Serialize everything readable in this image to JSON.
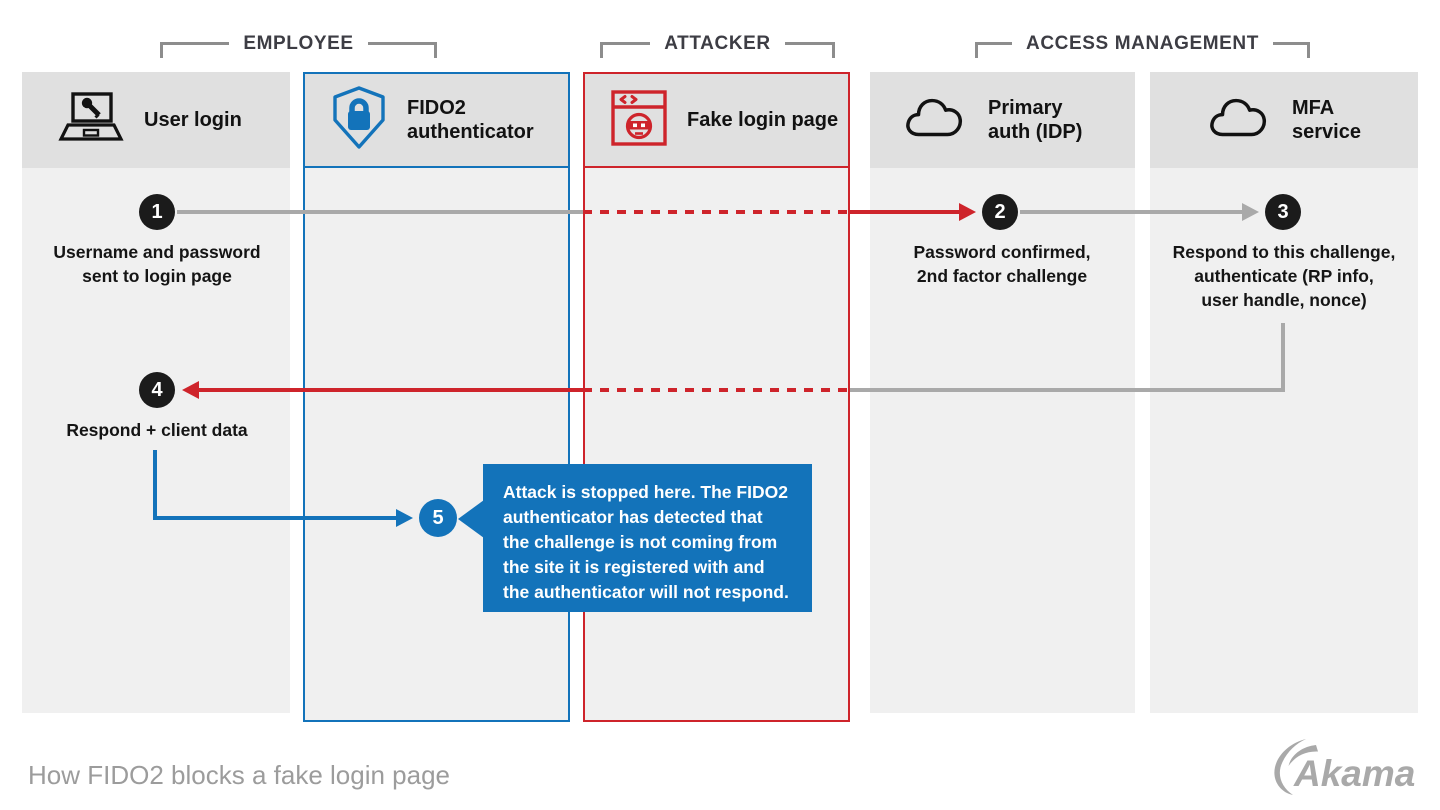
{
  "groups": {
    "employee": "EMPLOYEE",
    "attacker": "ATTACKER",
    "access_management": "ACCESS MANAGEMENT"
  },
  "columns": {
    "user_login": {
      "label": "User login",
      "icon": "laptop-key-icon"
    },
    "fido2": {
      "label": "FIDO2\nauthenticator",
      "icon": "shield-lock-icon",
      "accent": "#1373ba"
    },
    "fake_login": {
      "label": "Fake login page",
      "icon": "fake-page-bandit-icon",
      "accent": "#ce242b"
    },
    "primary_auth": {
      "label": "Primary\nauth (IDP)",
      "icon": "cloud-icon"
    },
    "mfa_service": {
      "label": "MFA\nservice",
      "icon": "cloud-icon"
    }
  },
  "steps": {
    "s1": {
      "number": "1",
      "text": "Username and password\nsent to login page"
    },
    "s2": {
      "number": "2",
      "text": "Password confirmed,\n2nd factor challenge"
    },
    "s3": {
      "number": "3",
      "text": "Respond to this challenge,\nauthenticate (RP info,\nuser handle, nonce)"
    },
    "s4": {
      "number": "4",
      "text": "Respond + client data"
    },
    "s5": {
      "number": "5",
      "text": "Attack is stopped here. The FIDO2\nauthenticator has detected that\nthe challenge is not coming from\nthe site it is registered with and\nthe authenticator will not respond."
    }
  },
  "caption": "How FIDO2 blocks a fake login page",
  "logo_text": "Akamai",
  "colors": {
    "accent_blue": "#1373ba",
    "accent_red": "#ce242b",
    "arrow_gray": "#a9a9a9",
    "header_bg": "#e0e0e0",
    "lane_bg": "#f0f0f0",
    "step_circle": "#1b1b1b",
    "bracket_gray": "#8d8d8d",
    "caption_gray": "#9c9c9c"
  }
}
